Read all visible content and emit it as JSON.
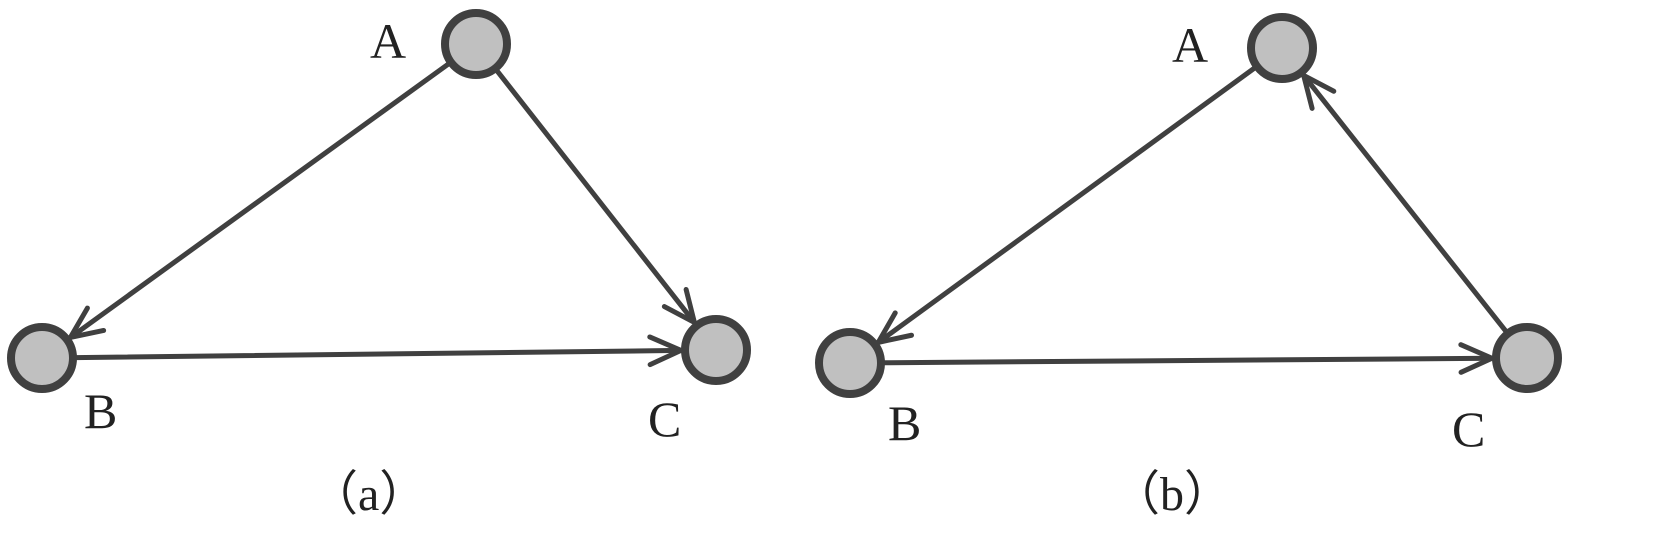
{
  "diagrams": [
    {
      "caption": "（a）",
      "nodes": [
        {
          "id": "A",
          "label": "A"
        },
        {
          "id": "B",
          "label": "B"
        },
        {
          "id": "C",
          "label": "C"
        }
      ],
      "edges": [
        {
          "from": "A",
          "to": "B"
        },
        {
          "from": "A",
          "to": "C"
        },
        {
          "from": "B",
          "to": "C"
        }
      ]
    },
    {
      "caption": "（b）",
      "nodes": [
        {
          "id": "A",
          "label": "A"
        },
        {
          "id": "B",
          "label": "B"
        },
        {
          "id": "C",
          "label": "C"
        }
      ],
      "edges": [
        {
          "from": "A",
          "to": "B"
        },
        {
          "from": "C",
          "to": "A"
        },
        {
          "from": "B",
          "to": "C"
        }
      ]
    }
  ],
  "colors": {
    "node_fill": "#c0c0c0",
    "stroke": "#404040"
  }
}
